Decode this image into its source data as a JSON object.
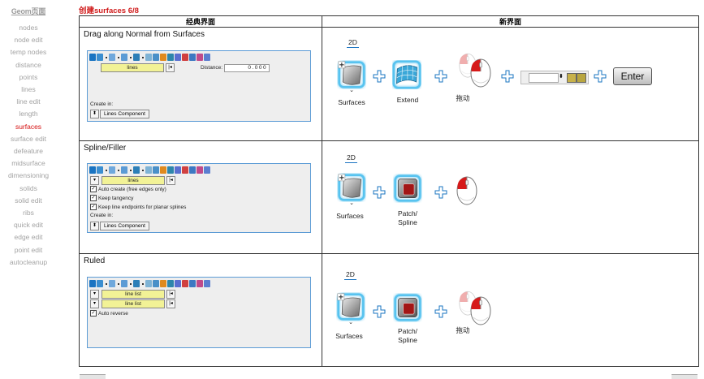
{
  "nav": {
    "title": "Geom页面",
    "items": [
      "nodes",
      "node edit",
      "temp nodes",
      "distance",
      "points",
      "lines",
      "line edit",
      "length",
      "surfaces",
      "surface edit",
      "defeature",
      "midsurface",
      "dimensioning",
      "solids",
      "solid edit",
      "ribs",
      "quick edit",
      "edge edit",
      "point edit",
      "autocleanup"
    ],
    "active_index": 8
  },
  "page_title": "创建surfaces 6/8",
  "table": {
    "col_classic": "经典界面",
    "col_new": "新界面"
  },
  "rows": [
    {
      "title": "Drag along Normal from Surfaces",
      "panel": {
        "field": "lines",
        "distance_label": "Distance:",
        "distance_value": "0.000",
        "create_in": "Create in:",
        "create_in_value": "Lines Component"
      },
      "new": {
        "tag": "2D",
        "labels": [
          "Surfaces",
          "Extend",
          "拖动"
        ],
        "enter": "Enter"
      }
    },
    {
      "title": "Spline/Filler",
      "panel": {
        "field": "lines",
        "checks": [
          "Auto create (free edges only)",
          "Keep tangency",
          "Keep line endpoints for planar splines"
        ],
        "create_in": "Create in:",
        "create_in_value": "Lines Component"
      },
      "new": {
        "tag": "2D",
        "labels": [
          "Surfaces",
          "Patch/ Spline"
        ]
      }
    },
    {
      "title": "Ruled",
      "panel": {
        "field1": "line list",
        "field2": "line list",
        "check": "Auto reverse"
      },
      "new": {
        "tag": "2D",
        "labels": [
          "Surfaces",
          "Patch/ Spline",
          "拖动"
        ]
      }
    }
  ],
  "colors": {
    "accent": "#d51111",
    "icon_blue": "#1a74c2",
    "glow": "#59c3ef"
  }
}
